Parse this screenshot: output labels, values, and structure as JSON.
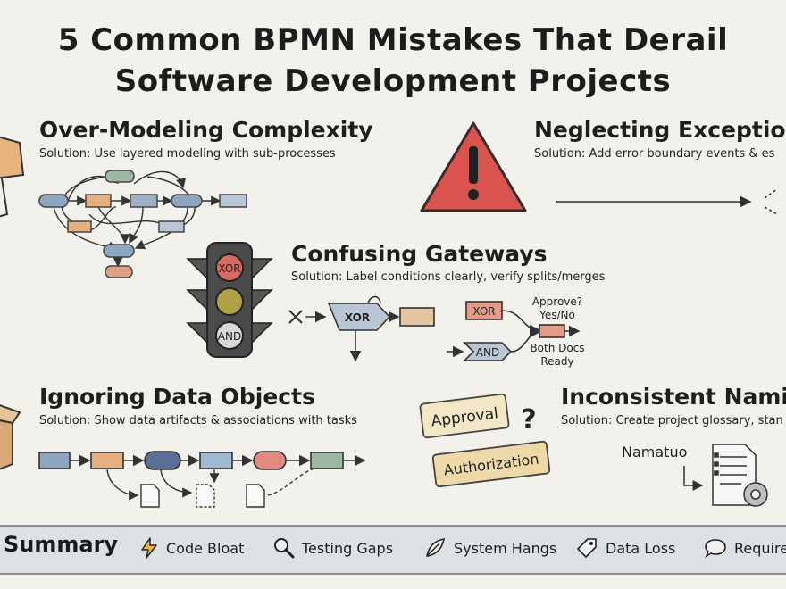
{
  "title": {
    "line1": "5 Common BPMN Mistakes That Derail",
    "line2": "Software Development Projects"
  },
  "sections": {
    "over_modeling": {
      "heading": "Over-Modeling Complexity",
      "solution": "Solution: Use layered modeling with sub-processes"
    },
    "exception": {
      "heading": "Neglecting Exception I",
      "solution": "Solution: Add error boundary events & es"
    },
    "gateways": {
      "heading": "Confusing Gateways",
      "solution": "Solution: Label conditions clearly, verify splits/merges",
      "light_top": "XOR",
      "light_bottom": "AND",
      "gw_xor": "XOR",
      "box_xor": "XOR",
      "box_and": "AND",
      "approve": "Approve?",
      "yesno": "Yes/No",
      "both_docs": "Both Docs",
      "ready": "Ready"
    },
    "data_objects": {
      "heading": "Ignoring Data Objects",
      "solution": "Solution: Show data artifacts & associations with tasks"
    },
    "naming": {
      "heading": "Inconsistent Naming",
      "solution": "Solution: Create project glossary, stan",
      "approval": "Approval",
      "authorization": "Authorization",
      "question": "?",
      "namatuo": "Namatuo"
    }
  },
  "summary": {
    "title": "Summary",
    "items": [
      {
        "label": "Code Bloat",
        "icon": "lightning-icon"
      },
      {
        "label": "Testing Gaps",
        "icon": "magnifier-icon"
      },
      {
        "label": "System Hangs",
        "icon": "feather-icon"
      },
      {
        "label": "Data Loss",
        "icon": "tag-icon"
      },
      {
        "label": "Requiren",
        "icon": "speech-bubble-icon"
      }
    ]
  },
  "colors": {
    "blue_task": "#8fa6c2",
    "orange_task": "#e6b07e",
    "green_task": "#9fb8a5",
    "red_task": "#e08a82",
    "warning_red": "#d9534f",
    "summary_bar": "#dde1e6"
  }
}
